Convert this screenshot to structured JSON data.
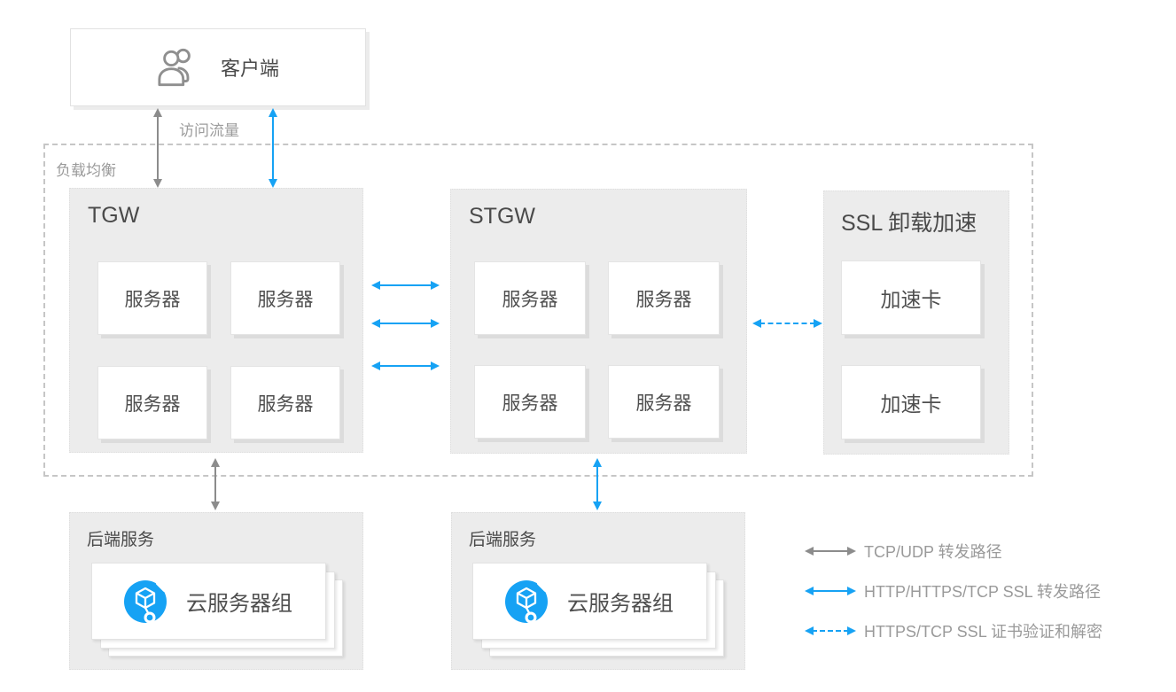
{
  "diagram": {
    "client": {
      "label": "客户端"
    },
    "traffic_label": "访问流量",
    "lb_label": "负载均衡",
    "tgw": {
      "title": "TGW",
      "servers": [
        "服务器",
        "服务器",
        "服务器",
        "服务器"
      ]
    },
    "stgw": {
      "title": "STGW",
      "servers": [
        "服务器",
        "服务器",
        "服务器",
        "服务器"
      ]
    },
    "ssl": {
      "title": "SSL 卸载加速",
      "cards": [
        "加速卡",
        "加速卡"
      ]
    },
    "backend1": {
      "title": "后端服务",
      "group": "云服务器组"
    },
    "backend2": {
      "title": "后端服务",
      "group": "云服务器组"
    },
    "legend": [
      {
        "label": "TCP/UDP 转发路径",
        "line": "solid",
        "color": "#8c8c8c"
      },
      {
        "label": "HTTP/HTTPS/TCP SSL 转发路径",
        "line": "solid",
        "color": "#16a2f4"
      },
      {
        "label": "HTTPS/TCP SSL 证书验证和解密",
        "line": "dashed",
        "color": "#16a2f4"
      }
    ],
    "colors": {
      "accent_blue": "#16a2f4",
      "arrow_gray": "#8c8c8c",
      "panel_bg": "#ececec",
      "dashed_border": "#c6c6c6",
      "title_text": "#4a4a4a",
      "muted_text": "#9a9a9a"
    },
    "icons": {
      "client": "users-icon",
      "cloud_group": "cloud-server-icon"
    }
  }
}
